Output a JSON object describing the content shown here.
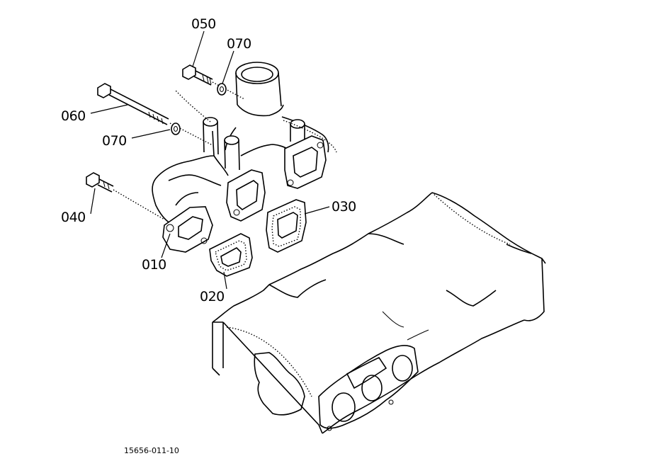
{
  "diagram": {
    "callouts": [
      {
        "id": "050",
        "text": "050"
      },
      {
        "id": "070a",
        "text": "070"
      },
      {
        "id": "060",
        "text": "060"
      },
      {
        "id": "070b",
        "text": "070"
      },
      {
        "id": "040",
        "text": "040"
      },
      {
        "id": "030",
        "text": "030"
      },
      {
        "id": "010",
        "text": "010"
      },
      {
        "id": "020",
        "text": "020"
      }
    ],
    "figure_code": "15656-011-10"
  }
}
